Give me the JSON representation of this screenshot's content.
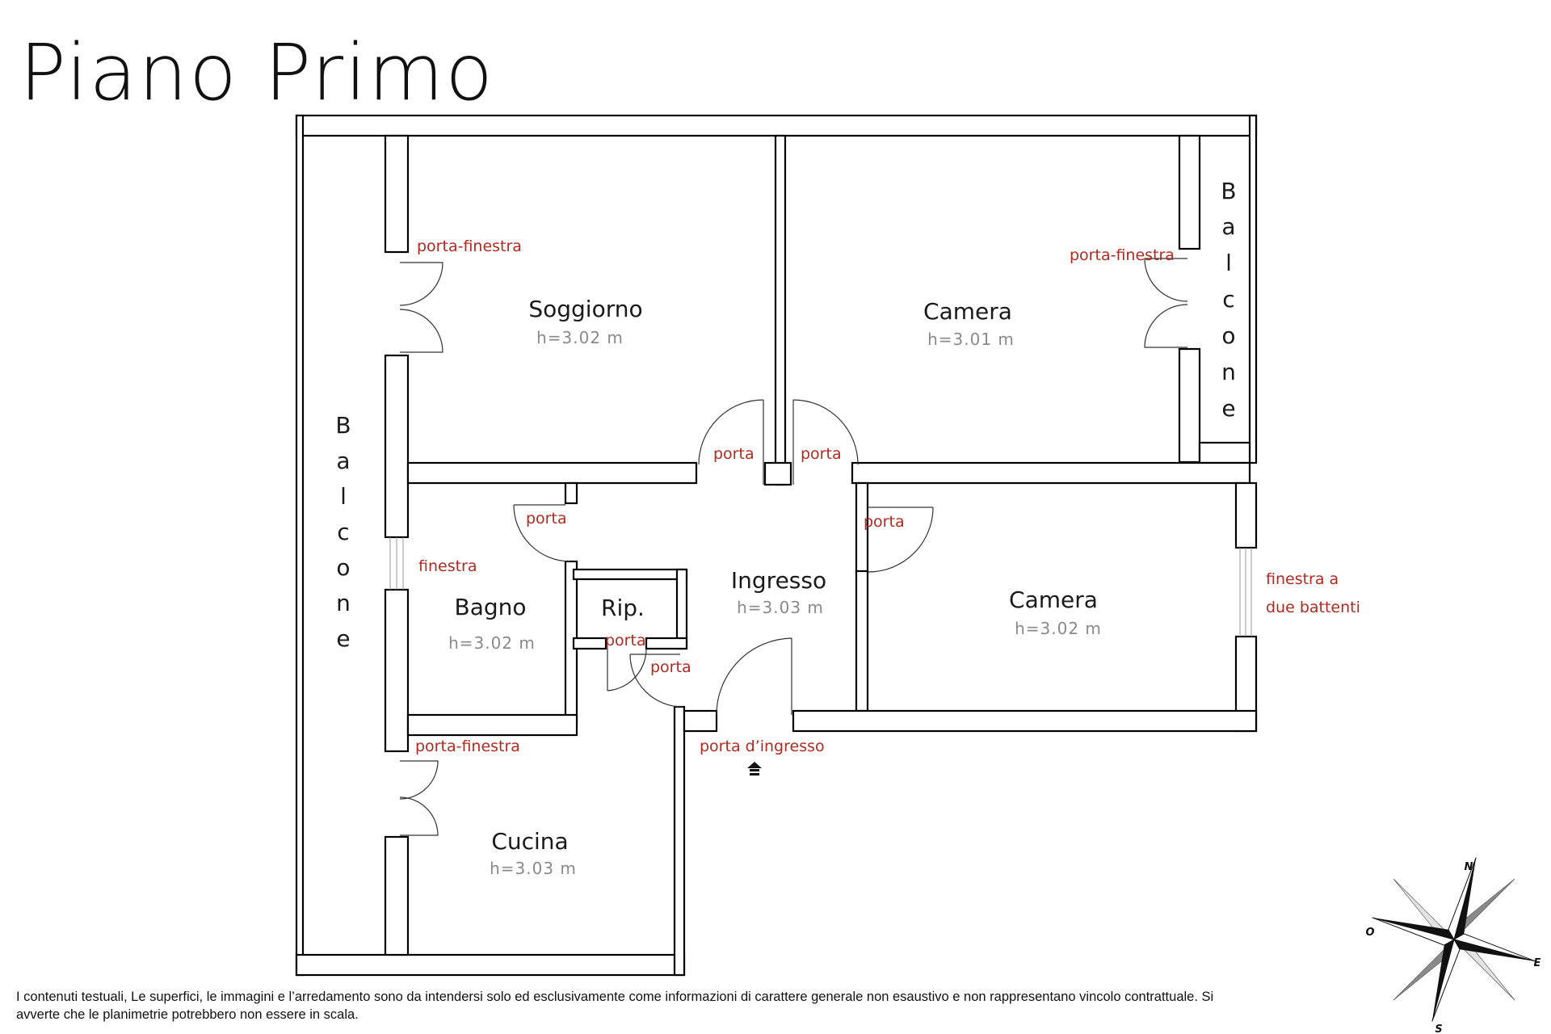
{
  "title": "Piano Primo",
  "rooms": [
    {
      "name": "Soggiorno",
      "height": "h=3.02  m"
    },
    {
      "name": "Camera",
      "height": "h=3.01  m"
    },
    {
      "name": "Bagno",
      "height": "h=3.02  m"
    },
    {
      "name": "Rip."
    },
    {
      "name": "Ingresso",
      "height": "h=3.03  m"
    },
    {
      "name": "Camera",
      "height": "h=3.02  m"
    },
    {
      "name": "Cucina",
      "height": "h=3.03  m"
    }
  ],
  "balcone": [
    "B",
    "a",
    "l",
    "c",
    "o",
    "n",
    "e"
  ],
  "openings": {
    "porta_finestra": "porta-finestra",
    "porta": "porta",
    "finestra": "finestra",
    "finestra_a": "finestra  a",
    "due_battenti": "due  battenti",
    "porta_ingresso": "porta  d’ingresso"
  },
  "compass": {
    "n": "N",
    "e": "E",
    "s": "S",
    "o": "O"
  },
  "disclaimer": "I contenuti testuali, Le superfici, le immagini e l’arredamento sono da intendersi solo ed esclusivamente come informazioni di carattere generale non esaustivo e non rappresentano vincolo contrattuale. Si avverte che le planimetrie potrebbero non essere in scala."
}
